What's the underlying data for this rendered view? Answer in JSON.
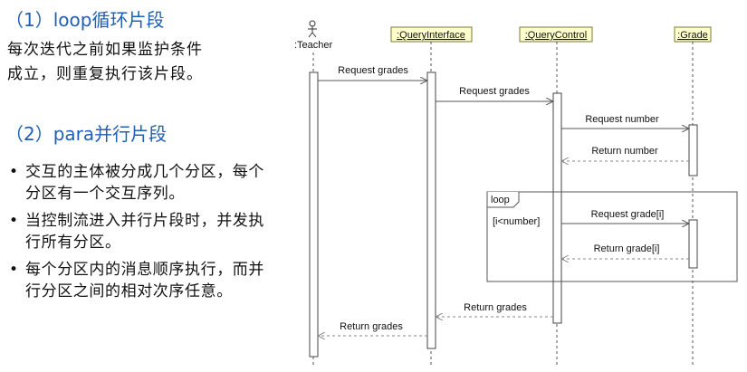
{
  "left_panel": {
    "heading1": "（1）loop循环片段",
    "para1_line1": "每次迭代之前如果监护条件",
    "para1_line2": "成立，则重复执行该片段。",
    "heading2": "（2）para并行片段",
    "bullets": [
      "交互的主体被分成几个分区，每个分区有一个交互序列。",
      "当控制流进入并行片段时，并发执行所有分区。",
      "每个分区内的消息顺序执行，而并行分区之间的相对次序任意。"
    ]
  },
  "diagram": {
    "actor": ":Teacher",
    "objects": [
      ":QueryInterface",
      ":QueryControl",
      ":Grade"
    ],
    "messages": [
      "Request grades",
      "Request grades",
      "Request number",
      "Return number",
      "Request grade[i]",
      "Return grade[i]",
      "Return grades",
      "Return grades"
    ],
    "loop_label": "loop",
    "loop_guard": "[i<number]",
    "colors": {
      "object_fill": "#ffffcc",
      "object_border": "#7a7a3a",
      "line": "#555555",
      "return_line": "#888888"
    }
  }
}
